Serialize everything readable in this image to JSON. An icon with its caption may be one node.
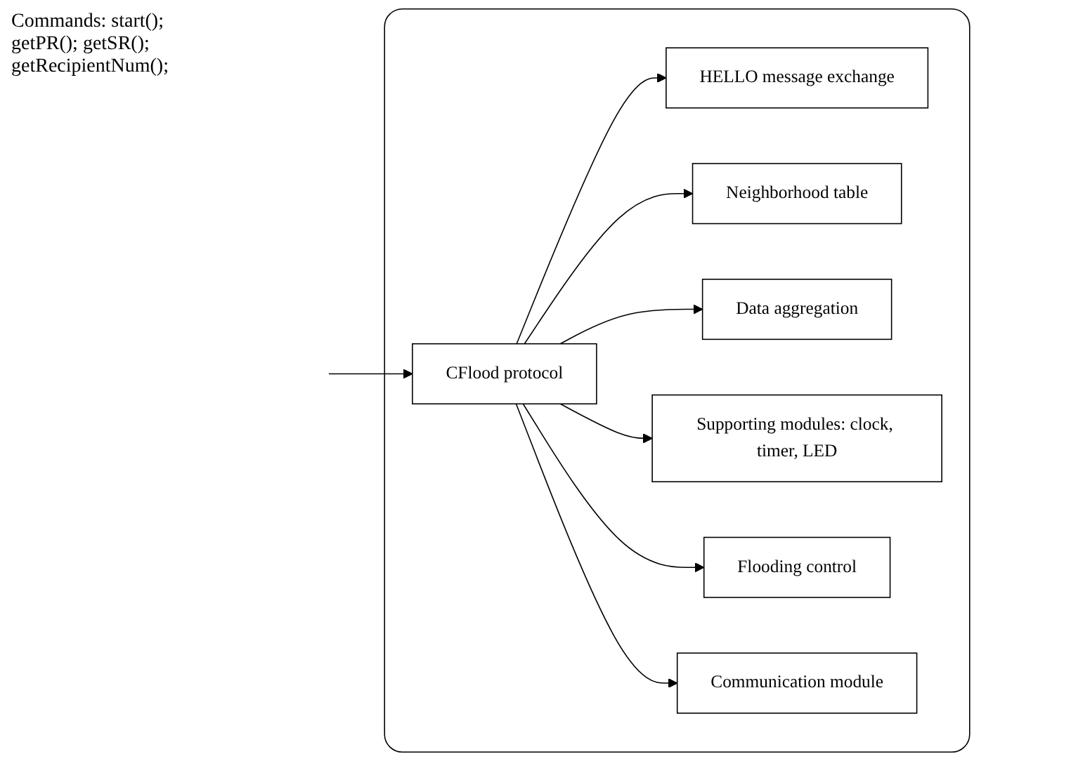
{
  "diagram": {
    "nodes": [
      {
        "text": [],
        "shape": "box"
      },
      {
        "text": [
          "CFlood protocol"
        ],
        "in": 0
      },
      {
        "text": [
          "HELLO message exchange"
        ],
        "in": 0
      },
      {
        "text": [
          "Neighborhood table"
        ],
        "in": 0
      },
      {
        "text": [
          "Data aggregation"
        ],
        "in": 0
      },
      {
        "text": [
          "Supporting modules: clock, timer, LED"
        ],
        "in": 0
      },
      {
        "text": [
          "Flooding control"
        ],
        "in": 0
      },
      {
        "text": [
          "Communication module"
        ],
        "in": 0
      }
    ],
    "edges": [
      {
        "from": null,
        "to": 1,
        "arrow": "to"
      },
      {
        "from": 1,
        "to": 2,
        "arrow": "to"
      },
      {
        "from": 1,
        "to": 3,
        "arrow": "to"
      },
      {
        "from": 1,
        "to": 4,
        "arrow": "to"
      },
      {
        "from": 1,
        "to": 5,
        "arrow": "to"
      },
      {
        "from": 1,
        "to": 6,
        "arrow": "to"
      },
      {
        "from": 1,
        "to": 7,
        "arrow": "to"
      }
    ],
    "labels": [
      "Commands: start(); getPR(); getSR(); getRecipientNum();"
    ]
  }
}
